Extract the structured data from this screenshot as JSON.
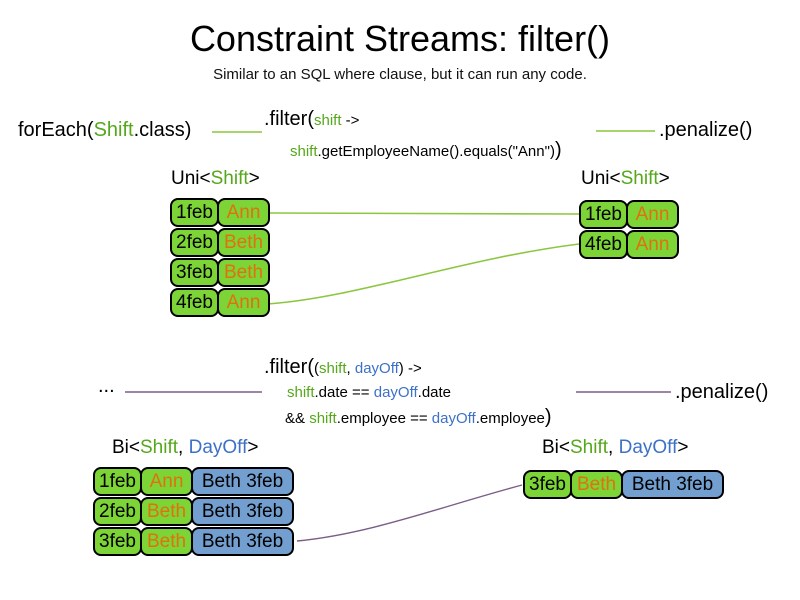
{
  "slide": {
    "title": "Constraint Streams: filter()",
    "subtitle": "Similar to an SQL where clause, but it can run any code."
  },
  "colors": {
    "text_green": "#55a81a",
    "text_blue": "#3d71c8",
    "text_orange": "#e1710d",
    "cell_green": "#7cd437",
    "cell_blue": "#729fcf",
    "line_green": "#8cc63f",
    "line_purple": "#7b5e86",
    "text_black": "#000000"
  },
  "flow1": {
    "source": {
      "fn": "forEach(",
      "arg": "Shift",
      "rest": ".class)"
    },
    "filter": {
      "head": ".filter(",
      "param": "shift",
      "arrow": " ->",
      "body_param": "shift",
      "body": ".getEmployeeName().equals(\"Ann\")",
      "close": ")"
    },
    "sink": ".penalize()"
  },
  "flow2": {
    "source": "...",
    "filter": {
      "head": ".filter(",
      "open": "(",
      "param1": "shift",
      "comma": ", ",
      "param2": "dayOff",
      "close_arrow": ") ->",
      "cond1": {
        "p1": "shift",
        "mid": ".date == ",
        "p2": "dayOff",
        "end": ".date"
      },
      "cond2": {
        "amp": "&& ",
        "p1": "shift",
        "mid": ".employee == ",
        "p2": "dayOff",
        "end": ".employee",
        "close": ")"
      }
    },
    "sink": ".penalize()"
  },
  "headers": {
    "uni": {
      "a": "Uni<",
      "b": "Shift",
      "c": ">"
    },
    "bi": {
      "a": "Bi<",
      "b": "Shift",
      "c": ", ",
      "d": "DayOff",
      "e": ">"
    }
  },
  "tables": {
    "uni_left": {
      "rows": [
        {
          "date": "1feb",
          "name": "Ann"
        },
        {
          "date": "2feb",
          "name": "Beth"
        },
        {
          "date": "3feb",
          "name": "Beth"
        },
        {
          "date": "4feb",
          "name": "Ann"
        }
      ]
    },
    "uni_right": {
      "rows": [
        {
          "date": "1feb",
          "name": "Ann"
        },
        {
          "date": "4feb",
          "name": "Ann"
        }
      ]
    },
    "bi_left": {
      "rows": [
        {
          "date": "1feb",
          "name": "Ann",
          "pair": "Beth 3feb"
        },
        {
          "date": "2feb",
          "name": "Beth",
          "pair": "Beth 3feb"
        },
        {
          "date": "3feb",
          "name": "Beth",
          "pair": "Beth 3feb"
        }
      ]
    },
    "bi_right": {
      "rows": [
        {
          "date": "3feb",
          "name": "Beth",
          "pair": "Beth 3feb"
        }
      ]
    }
  }
}
